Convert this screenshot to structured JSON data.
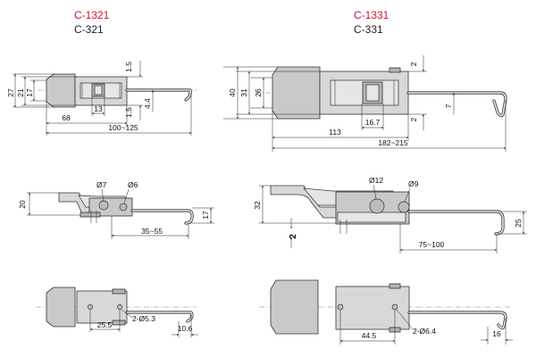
{
  "models": {
    "left": {
      "code_red": "C-1321",
      "code_black": "C-321"
    },
    "right": {
      "code_red": "C-1331",
      "code_black": "C-331"
    }
  },
  "colors": {
    "model_red": "#d0112b",
    "outline": "#333333",
    "metal": "#c9c9c9"
  },
  "dims_small": {
    "top": {
      "h27": "27",
      "h21": "21",
      "h17": "17",
      "t15a": "1.5",
      "t15b": "1.5",
      "d44": "4.4",
      "d13": "13",
      "l68": "68",
      "l100": "100~125"
    },
    "side": {
      "h20": "20",
      "h17": "17",
      "phi7": "Ø7",
      "phi6": "Ø6",
      "r35": "35~55"
    },
    "bottom": {
      "d255": "25.5",
      "holes": "2-Ø5.3",
      "d106": "10.6"
    }
  },
  "dims_large": {
    "top": {
      "h40": "40",
      "h31": "31",
      "h26": "26",
      "t2a": "2",
      "t2b": "2",
      "d7": "7",
      "d167": "16.7",
      "l113": "113",
      "l182": "182~215"
    },
    "side": {
      "h32": "32",
      "h2": "2",
      "h25": "25",
      "phi12": "Ø12",
      "phi9": "Ø9",
      "r75": "75~100"
    },
    "bottom": {
      "d445": "44.5",
      "holes": "2-Ø6.4",
      "d16": "16"
    }
  }
}
